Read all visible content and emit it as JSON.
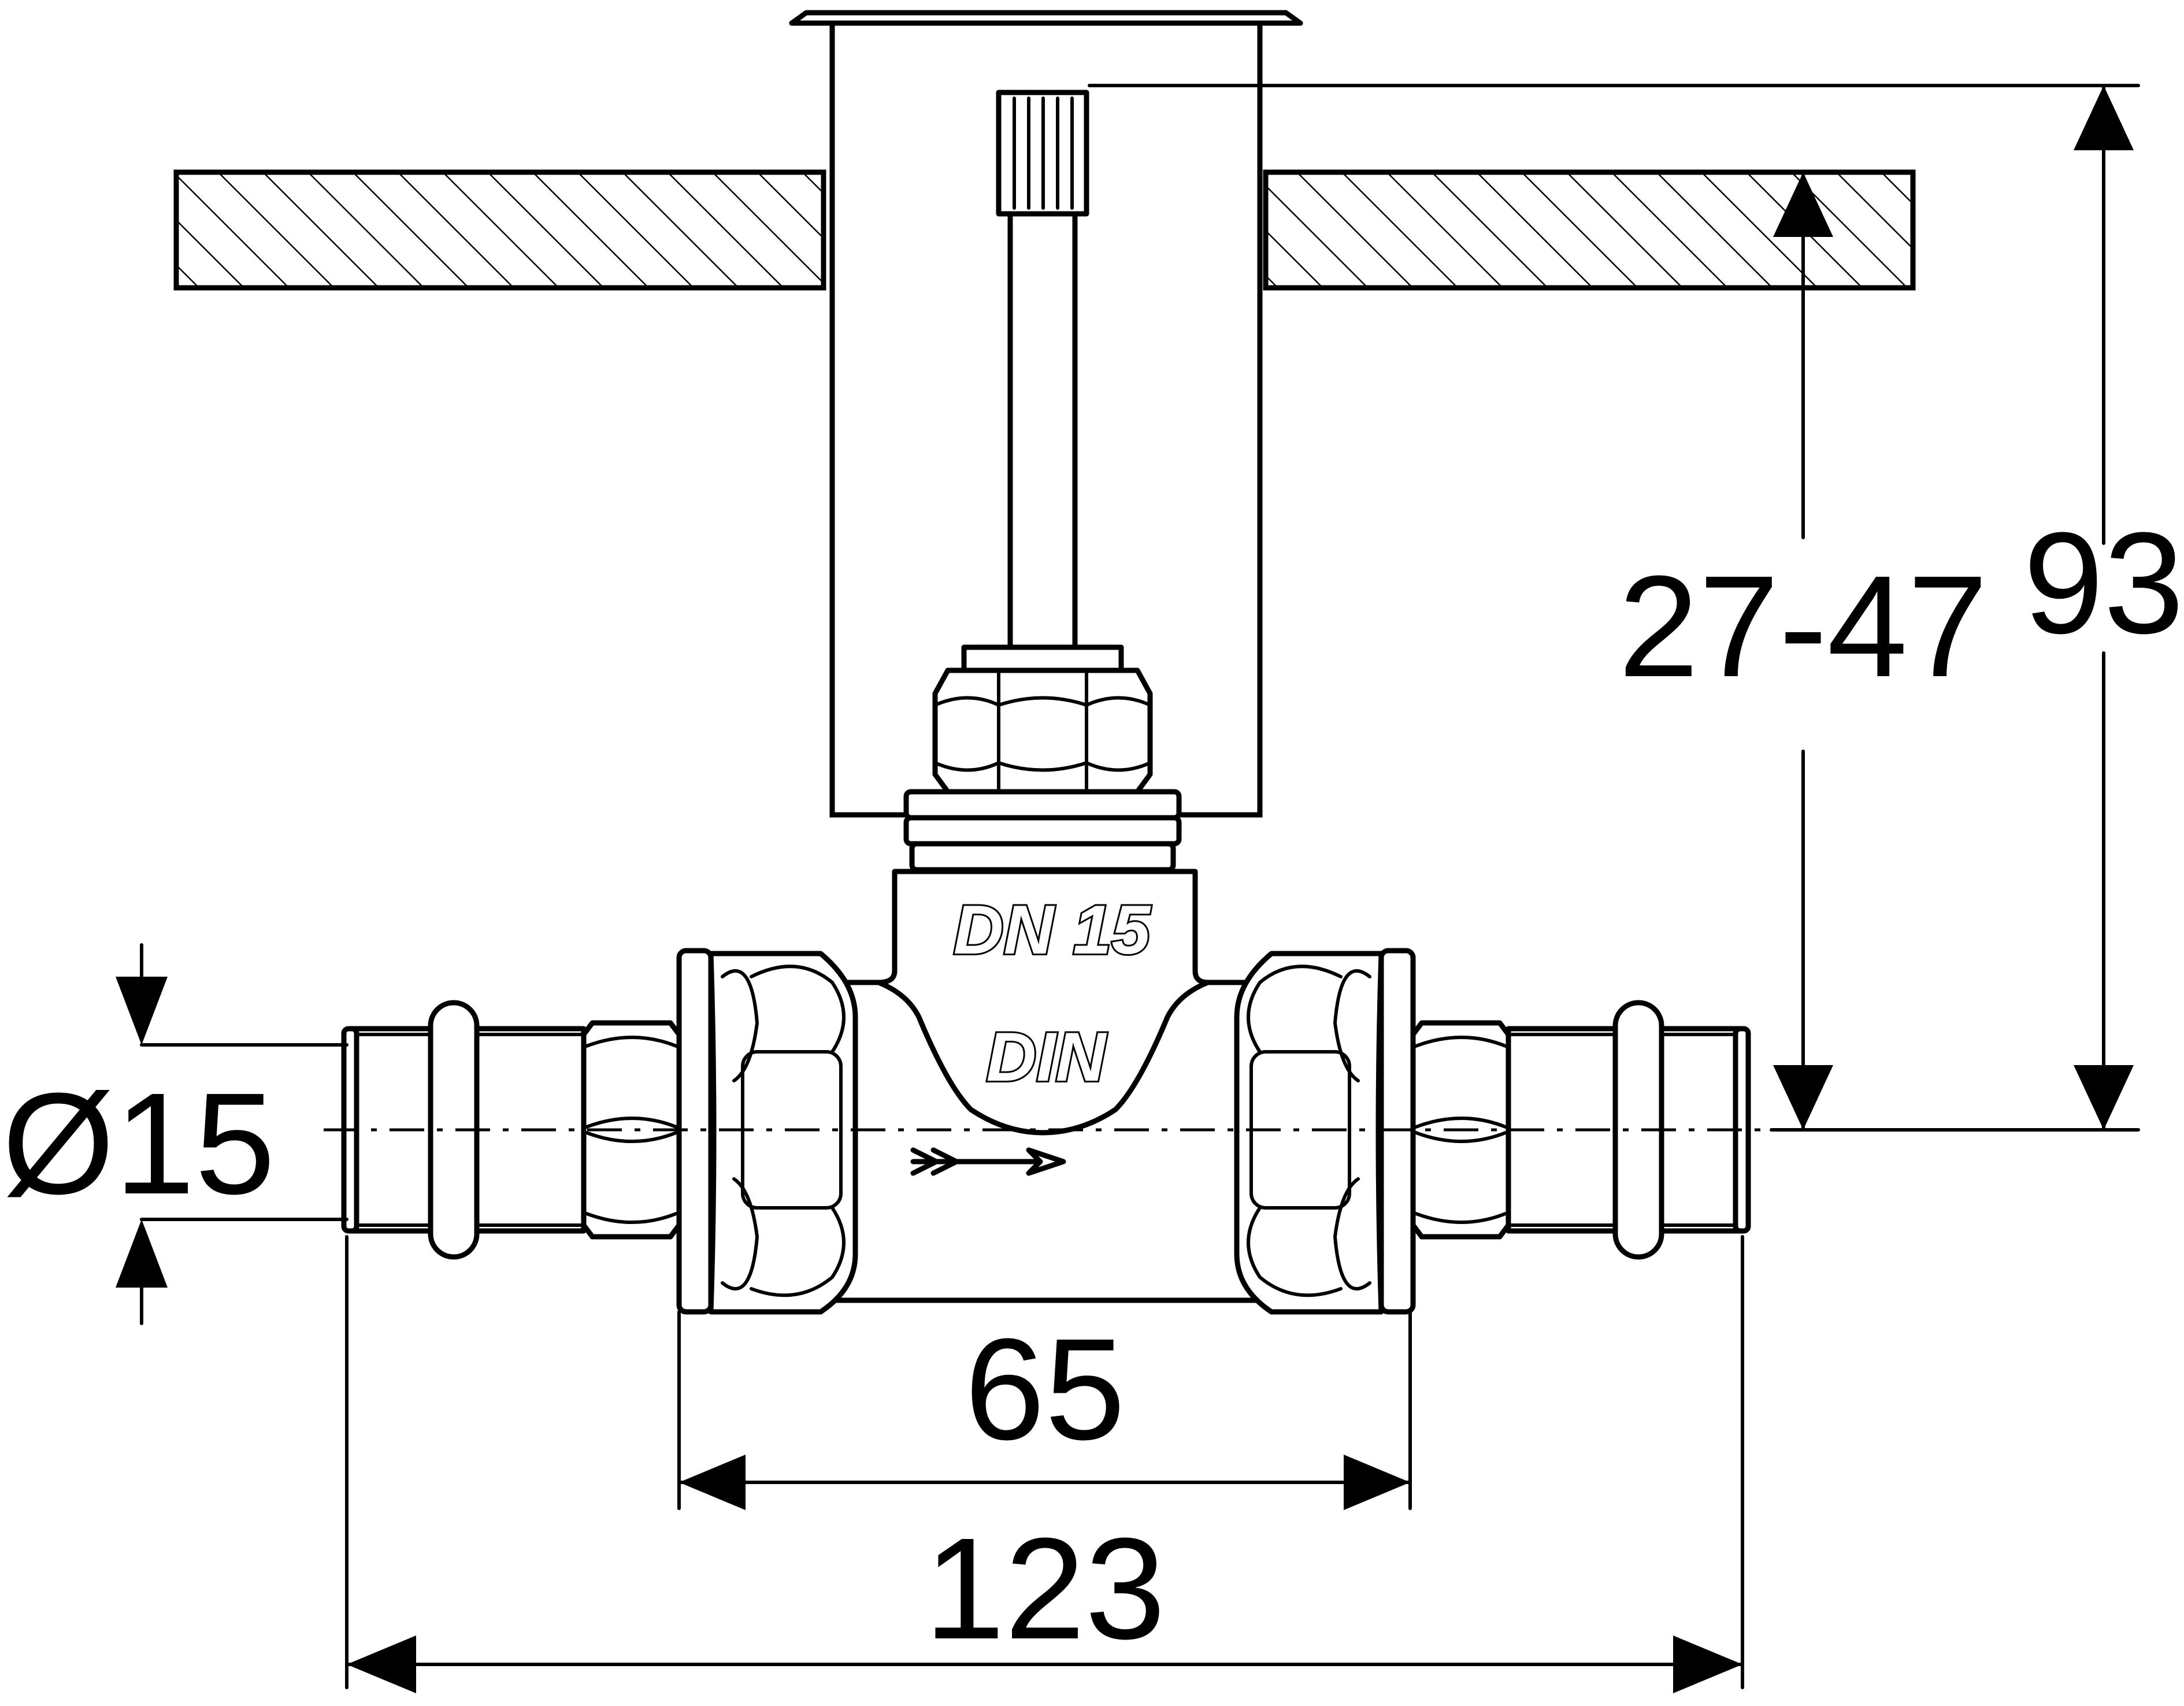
{
  "dimensions": {
    "diameter": "Ø15",
    "center_length": "65",
    "overall_length": "123",
    "install_depth": "27-47",
    "overall_height": "93"
  },
  "body_markings": {
    "nominal_size": "DN 15",
    "standard": "DIN"
  },
  "components": [
    "wall-section",
    "protective-sleeve",
    "valve-spindle",
    "gland-nut",
    "valve-body",
    "union-nuts",
    "press-fittings",
    "flow-direction-arrow"
  ]
}
